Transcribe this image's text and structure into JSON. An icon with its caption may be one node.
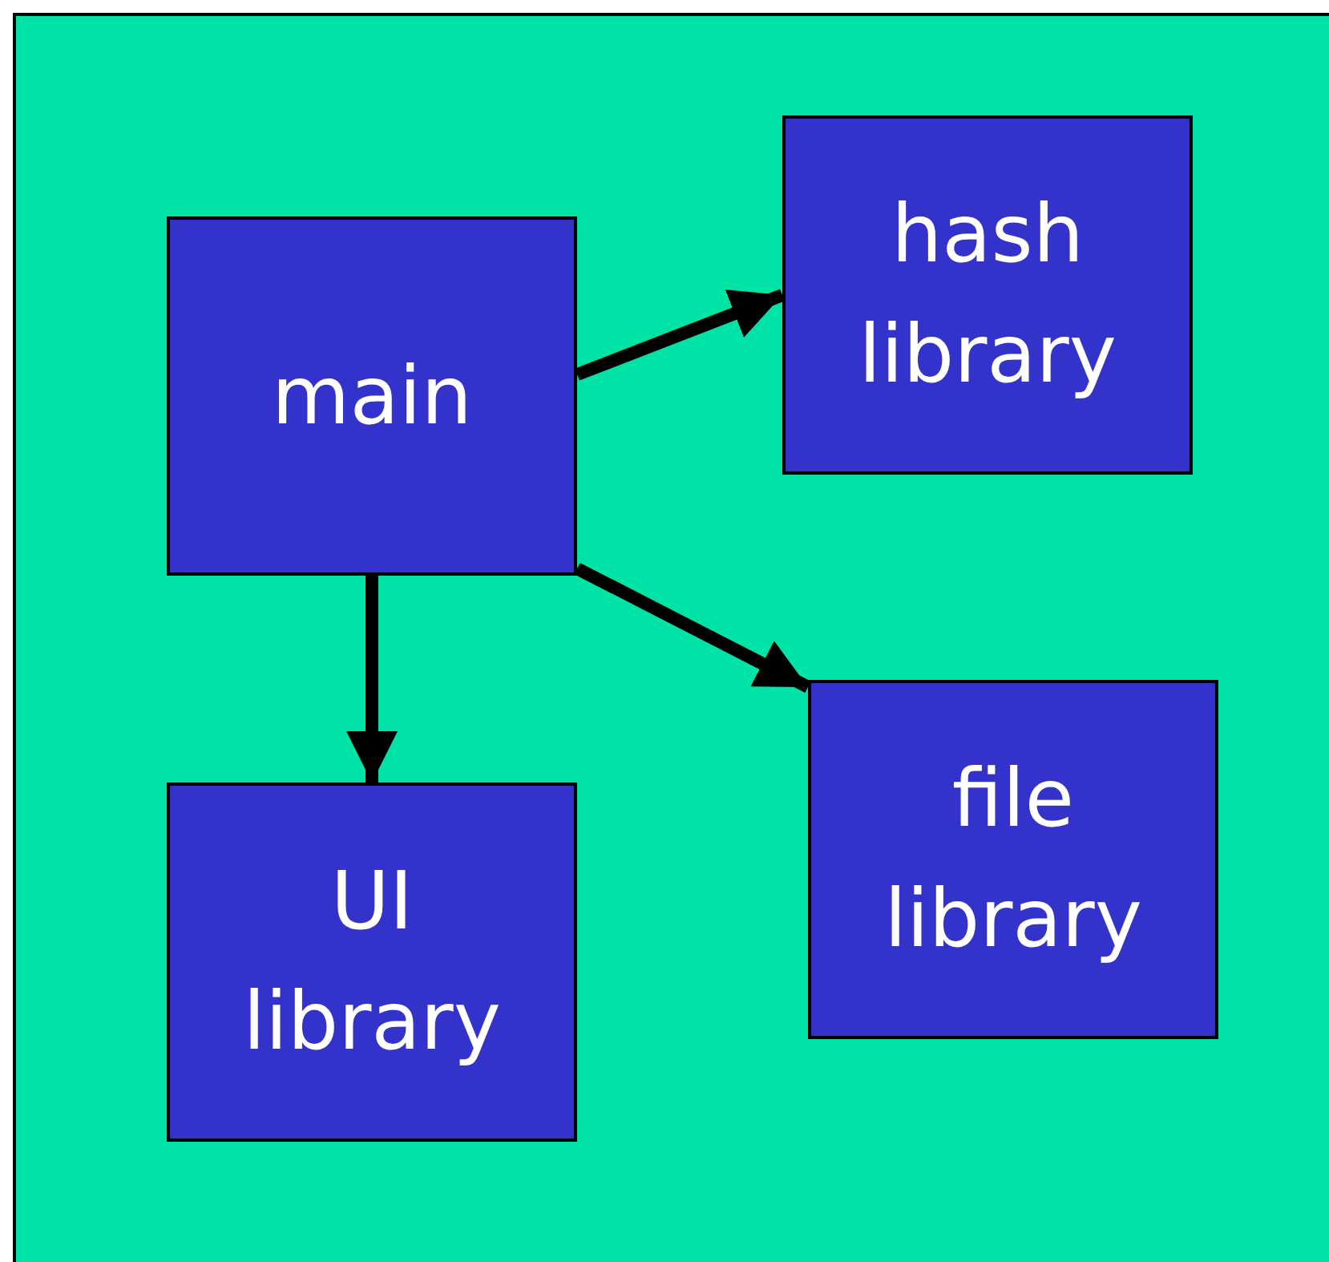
{
  "diagram": {
    "nodes": [
      {
        "text": [
          "main"
        ]
      },
      {
        "text": [
          "hash library"
        ]
      },
      {
        "text": [
          "file library"
        ]
      },
      {
        "text": [
          "UI library"
        ]
      }
    ],
    "edges": [
      {
        "from": 0,
        "to": 1,
        "arrow": "to"
      },
      {
        "from": 0,
        "to": 2,
        "arrow": "to"
      },
      {
        "from": 0,
        "to": 3,
        "arrow": "to"
      }
    ]
  }
}
